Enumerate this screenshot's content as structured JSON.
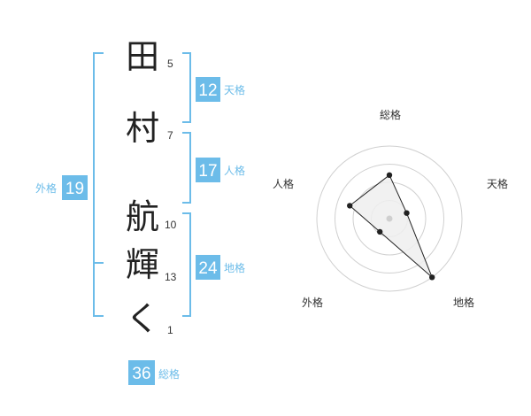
{
  "name_chars": [
    {
      "char": "田",
      "strokes": "5"
    },
    {
      "char": "村",
      "strokes": "7"
    },
    {
      "char": "航",
      "strokes": "10"
    },
    {
      "char": "輝",
      "strokes": "13"
    },
    {
      "char": "く",
      "strokes": "1"
    }
  ],
  "kaku": {
    "tenkaku": {
      "label": "天格",
      "value": "12"
    },
    "jinkaku": {
      "label": "人格",
      "value": "17"
    },
    "chikaku": {
      "label": "地格",
      "value": "24"
    },
    "gaikaku": {
      "label": "外格",
      "value": "19"
    },
    "soukaku": {
      "label": "総格",
      "value": "36"
    }
  },
  "colors": {
    "accent": "#6cbce9",
    "accent_box": "#6cbce9",
    "radar_fill": "#eeeeee",
    "radar_line": "#222222",
    "ring": "#d0d0d0"
  },
  "chart_data": {
    "type": "radar",
    "axes": [
      "総格",
      "天格",
      "地格",
      "外格",
      "人格"
    ],
    "rings": 4,
    "values": [
      2.4,
      1.0,
      4.0,
      0.9,
      2.3
    ],
    "max": 4
  }
}
